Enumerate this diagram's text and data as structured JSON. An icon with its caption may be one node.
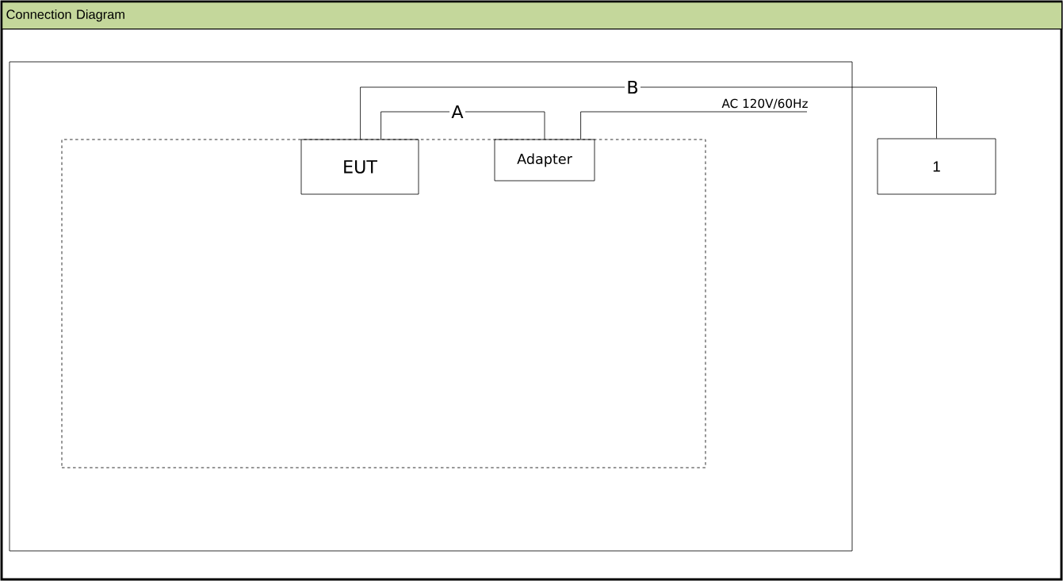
{
  "diagram": {
    "title": "Connection Diagram",
    "nodes": [
      {
        "text": [],
        "shape": "box"
      },
      {
        "text": [],
        "shape": "box",
        "in": 0
      },
      {
        "text": [
          "EUT"
        ],
        "in": 1
      },
      {
        "text": [
          "Adapter"
        ],
        "in": 1
      },
      {
        "text": [
          "1"
        ]
      }
    ],
    "edges": [
      {
        "from": 2,
        "to": 3,
        "arrow": "none",
        "label": "A"
      },
      {
        "from": 2,
        "to": 4,
        "arrow": "none",
        "label": "B"
      },
      {
        "from": 3,
        "to": null,
        "arrow": "none",
        "label": "AC 120V/60Hz"
      }
    ]
  }
}
